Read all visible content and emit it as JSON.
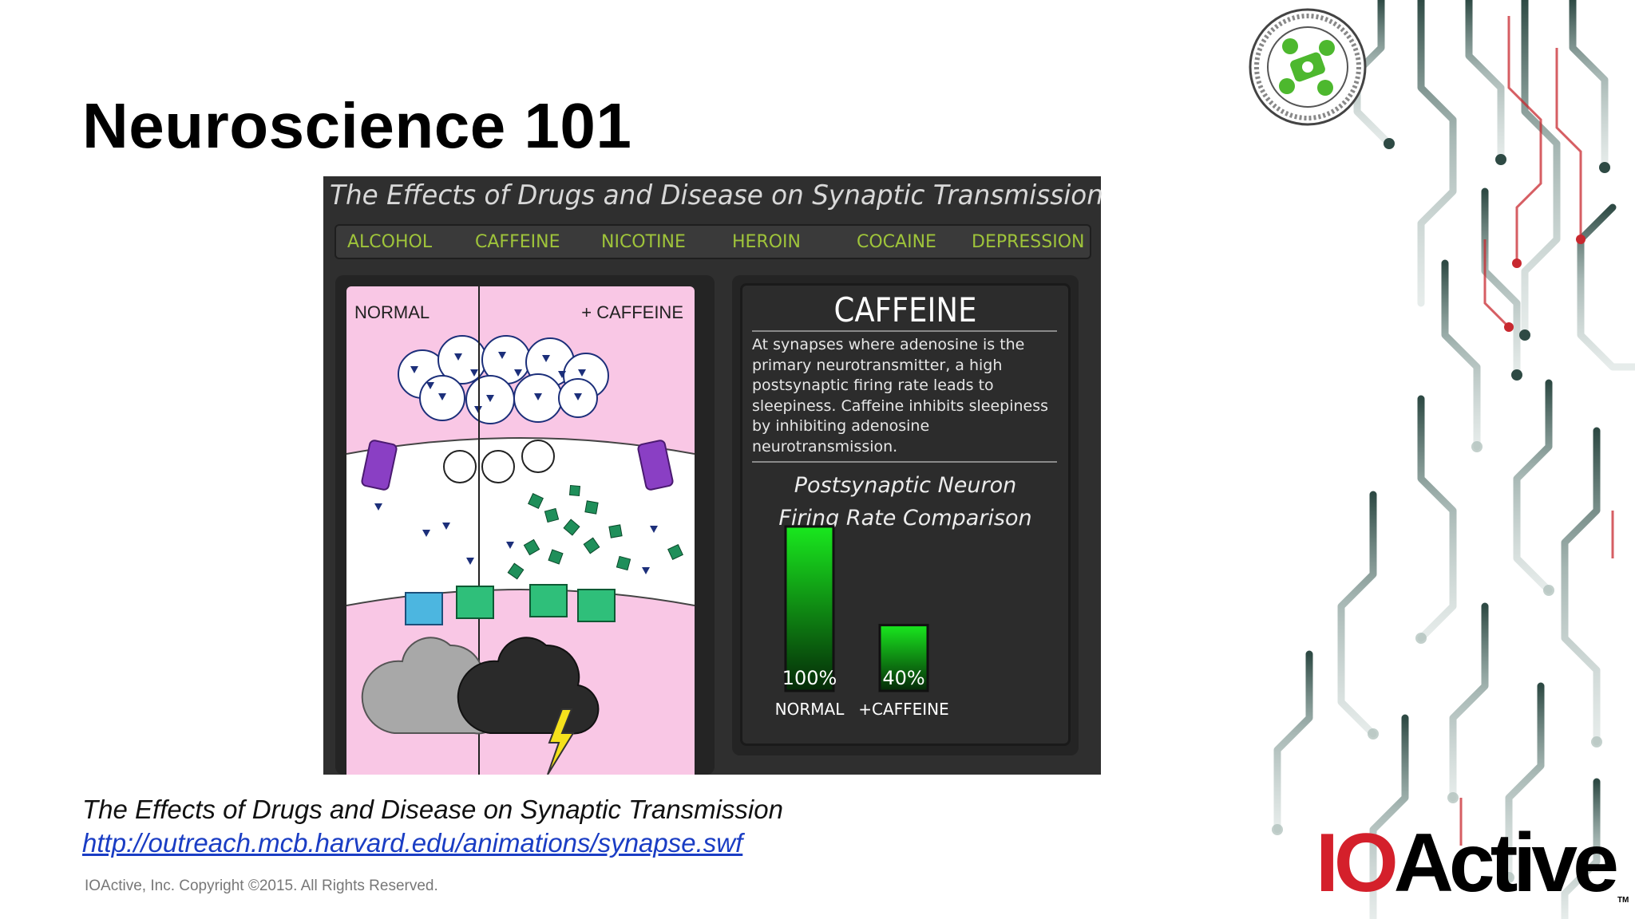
{
  "slide": {
    "title": "Neuroscience 101",
    "caption": "The Effects of Drugs and Disease on Synaptic Transmission",
    "link": "http://outreach.mcb.harvard.edu/animations/synapse.swf",
    "copyright": "IOActive, Inc. Copyright ©2015.  All Rights Reserved.",
    "brand": {
      "first": "IO",
      "rest": "Active",
      "tm": "TM"
    }
  },
  "flash": {
    "title": "The Effects of Drugs and Disease on Synaptic Transmission",
    "tabs": [
      "ALCOHOL",
      "CAFFEINE",
      "NICOTINE",
      "HEROIN",
      "COCAINE",
      "DEPRESSION"
    ],
    "synapse": {
      "left_label": "NORMAL",
      "right_label": "+ CAFFEINE"
    },
    "info": {
      "title": "CAFFEINE",
      "text": "At synapses where adenosine is the primary neurotransmitter, a high postsynaptic firing rate leads to sleepiness. Caffeine inhibits sleepiness by inhibiting adenosine neurotransmission.",
      "chart_title_line1": "Postsynaptic Neuron",
      "chart_title_line2": "Firing Rate Comparison"
    }
  },
  "chart_data": {
    "type": "bar",
    "title": "Postsynaptic Neuron Firing Rate Comparison",
    "categories": [
      "NORMAL",
      "+CAFFEINE"
    ],
    "values": [
      100,
      40
    ],
    "value_labels": [
      "100%",
      "40%"
    ],
    "ylim": [
      0,
      100
    ],
    "grid": false,
    "bar_color": "#19e81e"
  },
  "colors": {
    "accent_tab": "#9fc43a",
    "brand_red": "#d4202b",
    "link": "#1a3dc4",
    "synapse_bg": "#f9c7e5"
  }
}
